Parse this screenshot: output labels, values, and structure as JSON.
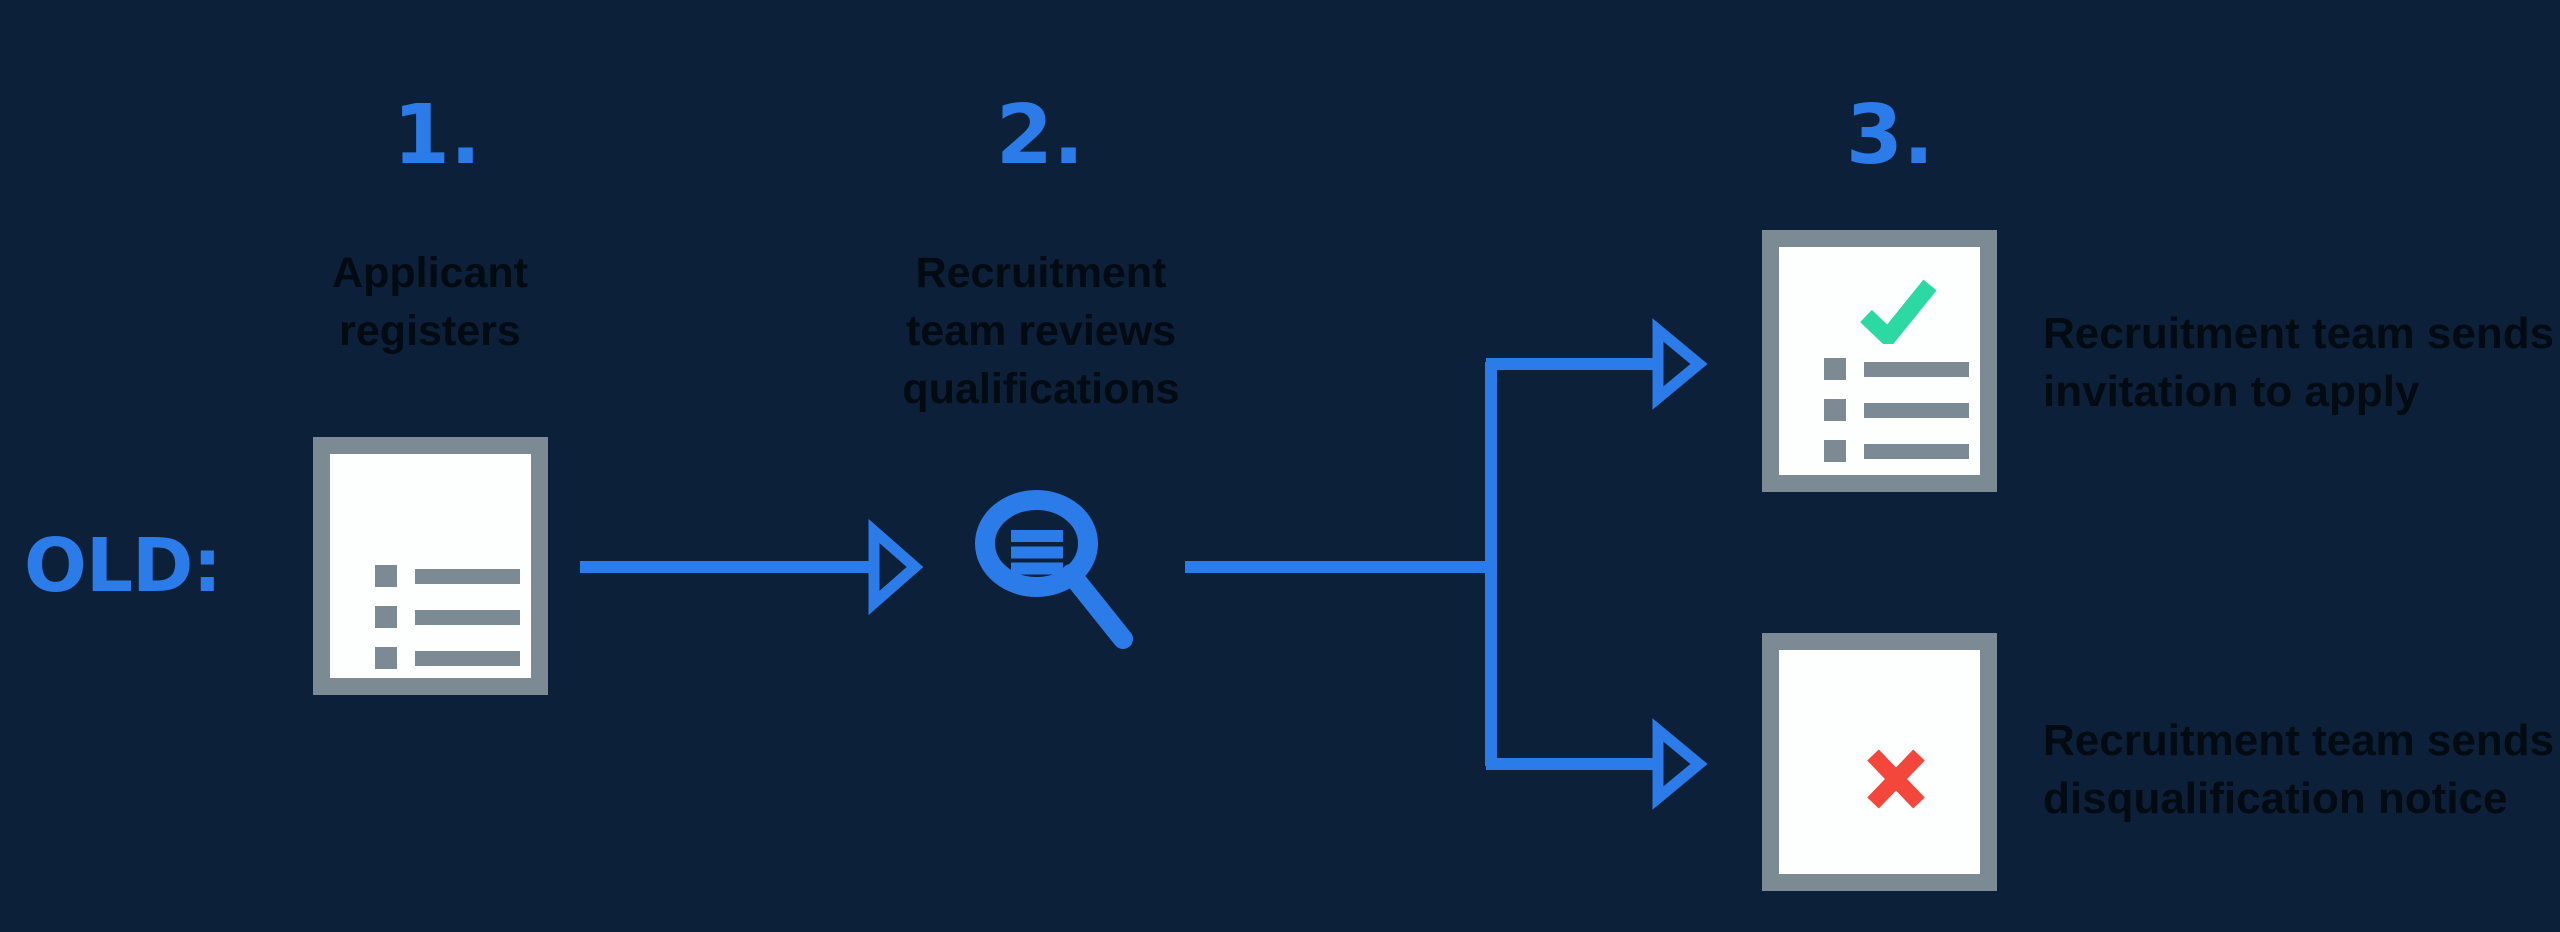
{
  "colors": {
    "background": "#0d2039",
    "accent_blue": "#2b7be8",
    "slate_gray": "#7b8a93",
    "paper_white": "#fdfefe",
    "success_green": "#2dd9a3",
    "error_red": "#f4473b",
    "text_dark": "#020a12"
  },
  "flow_label": "OLD:",
  "steps": [
    {
      "number": "1.",
      "label": "Applicant\nregisters",
      "icon": "registration-form-icon"
    },
    {
      "number": "2.",
      "label": "Recruitment\nteam reviews\nqualifications",
      "icon": "magnifier-review-icon"
    },
    {
      "number": "3.",
      "label": "",
      "icon": "outcome-documents-icon"
    }
  ],
  "outcomes": [
    {
      "label": "Recruitment team sends\ninvitation to apply",
      "icon": "checklist-approved-icon"
    },
    {
      "label": "Recruitment team sends\ndisqualification notice",
      "icon": "document-rejected-icon"
    }
  ]
}
